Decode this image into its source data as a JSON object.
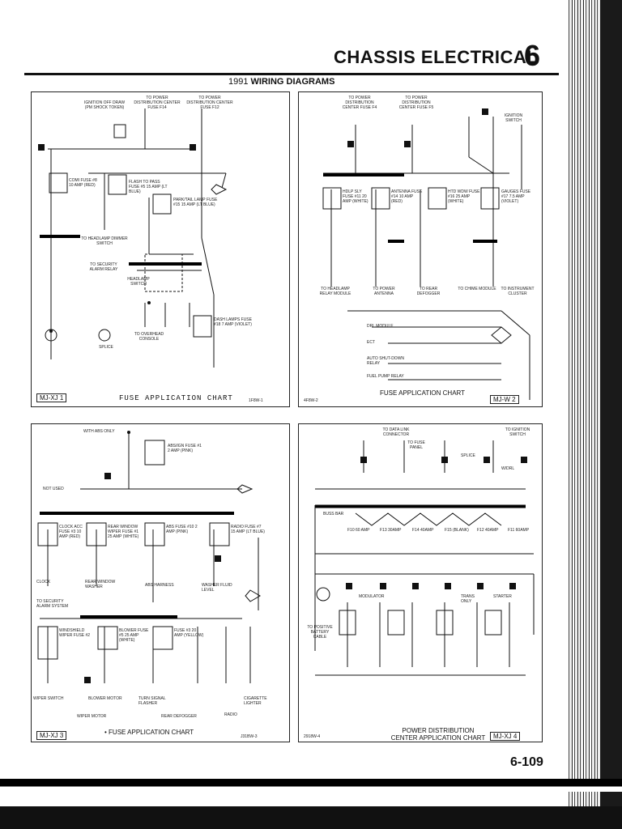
{
  "header": {
    "title": "CHASSIS ELECTRICAL",
    "section_number": "6",
    "year": "1991",
    "subtitle": "WIRING DIAGRAMS"
  },
  "page_number": "6-109",
  "panels": [
    {
      "id": "mj-xj-1",
      "tag": "MJ-XJ 1",
      "caption": "FUSE APPLICATION CHART",
      "code": "1F8W-1",
      "fuses": [
        {
          "label": "COMI FUSE #8 10 AMP (RED)"
        },
        {
          "label": "FLASH TO PASS FUSE #5 15 AMP (LT BLUE)"
        },
        {
          "label": "PARK/TAIL LAMP FUSE #15 15 AMP (LT BLUE)"
        },
        {
          "label": "DASH LAMPS FUSE #18 7 AMP (VIOLET)"
        }
      ],
      "notes": [
        {
          "label": "IGNITION OFF DRAW (PM SHOCK TOKEN)"
        },
        {
          "label": "TO POWER DISTRIBUTION CENTER FUSE F14"
        },
        {
          "label": "TO POWER DISTRIBUTION CENTER FUSE F12"
        },
        {
          "label": "TO HEADLAMP DIMMER SWITCH"
        },
        {
          "label": "TO SECURITY ALARM RELAY"
        },
        {
          "label": "HEADLAMP SWITCH"
        },
        {
          "label": "TO OVERHEAD CONSOLE"
        },
        {
          "label": "SPLICE"
        }
      ]
    },
    {
      "id": "mj-w-2",
      "tag": "MJ-W 2",
      "caption": "FUSE APPLICATION CHART",
      "code": "4F8W-2",
      "fuses": [
        {
          "label": "HDLP SLY FUSE #11 20 AMP (WHITE)"
        },
        {
          "label": "ANTENNA FUSE #14 10 AMP (RED)"
        },
        {
          "label": "HTD WDW FUSE #16 25 AMP (WHITE)"
        },
        {
          "label": "GAUGES FUSE #17 7.5 AMP (VIOLET)"
        }
      ],
      "notes": [
        {
          "label": "TO POWER DISTRIBUTION CENTER FUSE F4"
        },
        {
          "label": "TO POWER DISTRIBUTION CENTER FUSE F5"
        },
        {
          "label": "IGNITION SWITCH"
        },
        {
          "label": "DRL MODULE"
        },
        {
          "label": "ECT"
        },
        {
          "label": "AUTO SHUT-DOWN RELAY"
        },
        {
          "label": "FUEL PUMP RELAY"
        },
        {
          "label": "TO HEADLAMP RELAY MODULE"
        },
        {
          "label": "TO POWER ANTENNA"
        },
        {
          "label": "TO REAR DEFOGGER"
        },
        {
          "label": "TO CHIME MODULE"
        },
        {
          "label": "TO INSTRUMENT CLUSTER"
        }
      ]
    },
    {
      "id": "mj-xj-3",
      "tag": "MJ-XJ 3",
      "caption": "FUSE APPLICATION CHART",
      "code": "J31BW-3",
      "fuses": [
        {
          "label": "CLOCK ACC FUSE #3 10 AMP (RED)"
        },
        {
          "label": "REAR WINDOW WIPER FUSE #1 25 AMP (WHITE)"
        },
        {
          "label": "ABS FUSE #10 2 AMP (PINK)"
        },
        {
          "label": "RADIO FUSE #7 15 AMP (LT BLUE)"
        },
        {
          "label": "WINDSHIELD WIPER FUSE #2"
        },
        {
          "label": "BLOWER FUSE #5 25 AMP (WHITE)"
        },
        {
          "label": "FUSE #3 20 AMP (YELLOW)"
        },
        {
          "label": "ABS/IGN FUSE #1 2 AMP (PINK)"
        }
      ],
      "notes": [
        {
          "label": "WITH ABS ONLY"
        },
        {
          "label": "NOT USED"
        },
        {
          "label": "CLOCK"
        },
        {
          "label": "REAR WINDOW WASHER"
        },
        {
          "label": "ABS HARNESS"
        },
        {
          "label": "WASHER FLUID LEVEL"
        },
        {
          "label": "TO SECURITY ALARM SYSTEM"
        },
        {
          "label": "WIPER SWITCH"
        },
        {
          "label": "BLOWER MOTOR"
        },
        {
          "label": "WIPER MOTOR"
        },
        {
          "label": "TURN SIGNAL FLASHER"
        },
        {
          "label": "REAR DEFOGGER"
        },
        {
          "label": "RADIO"
        },
        {
          "label": "CIGARETTE LIGHTER"
        }
      ]
    },
    {
      "id": "mj-xj-4",
      "tag": "MJ-XJ 4",
      "caption": "POWER DISTRIBUTION CENTER APPLICATION CHART",
      "code": "2918W-4",
      "fuses": [
        {
          "label": "F10 60 AMP"
        },
        {
          "label": "F13 30AMP"
        },
        {
          "label": "F14 40AMP"
        },
        {
          "label": "F15 (BLANK)"
        },
        {
          "label": "F12 40AMP"
        },
        {
          "label": "F11 60AMP"
        }
      ],
      "notes": [
        {
          "label": "TO DATA LINK CONNECTOR"
        },
        {
          "label": "TO FUSE PANEL"
        },
        {
          "label": "TO IGNITION SWITCH"
        },
        {
          "label": "BUSS BAR"
        },
        {
          "label": "TO POSITIVE BATTERY CABLE"
        },
        {
          "label": "MODULATOR"
        },
        {
          "label": "TRANS ONLY"
        },
        {
          "label": "STARTER"
        },
        {
          "label": "SPLICE"
        },
        {
          "label": "W/DRL"
        }
      ]
    }
  ]
}
